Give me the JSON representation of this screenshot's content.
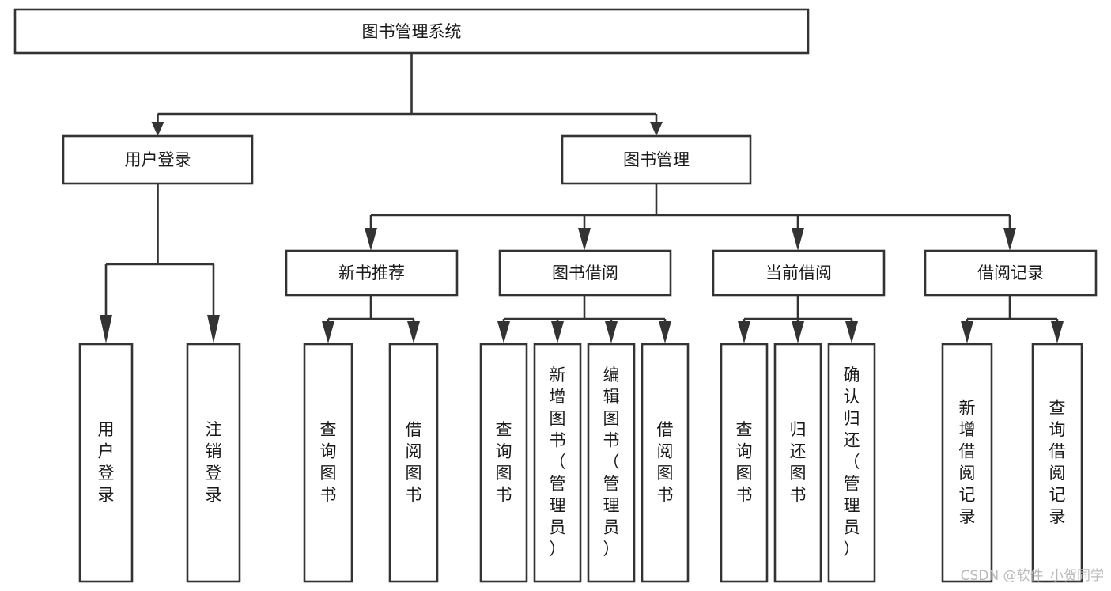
{
  "diagram": {
    "type": "tree",
    "orientation": "top-down",
    "root": {
      "id": "root",
      "label": "图书管理系统",
      "text_orientation": "horizontal"
    },
    "level1": [
      {
        "id": "user-login",
        "label": "用户登录",
        "text_orientation": "horizontal"
      },
      {
        "id": "book-management",
        "label": "图书管理",
        "text_orientation": "horizontal"
      }
    ],
    "level2": [
      {
        "id": "new-book-recommend",
        "label": "新书推荐",
        "parent": "book-management",
        "text_orientation": "horizontal"
      },
      {
        "id": "book-borrow",
        "label": "图书借阅",
        "parent": "book-management",
        "text_orientation": "horizontal"
      },
      {
        "id": "current-borrow",
        "label": "当前借阅",
        "parent": "book-management",
        "text_orientation": "horizontal"
      },
      {
        "id": "borrow-record",
        "label": "借阅记录",
        "parent": "book-management",
        "text_orientation": "horizontal"
      }
    ],
    "leaves": [
      {
        "id": "leaf-user-login",
        "label": "用户登录",
        "parent": "user-login",
        "text_orientation": "vertical"
      },
      {
        "id": "leaf-user-logout",
        "label": "注销登录",
        "parent": "user-login",
        "text_orientation": "vertical"
      },
      {
        "id": "leaf-query-book-rec",
        "label": "查询图书",
        "parent": "new-book-recommend",
        "text_orientation": "vertical"
      },
      {
        "id": "leaf-borrow-book-rec",
        "label": "借阅图书",
        "parent": "new-book-recommend",
        "text_orientation": "vertical"
      },
      {
        "id": "leaf-query-book-borrow",
        "label": "查询图书",
        "parent": "book-borrow",
        "text_orientation": "vertical"
      },
      {
        "id": "leaf-add-book",
        "label": "新增图书（管理员）",
        "parent": "book-borrow",
        "text_orientation": "vertical"
      },
      {
        "id": "leaf-edit-book",
        "label": "编辑图书（管理员）",
        "parent": "book-borrow",
        "text_orientation": "vertical"
      },
      {
        "id": "leaf-borrow-book",
        "label": "借阅图书",
        "parent": "book-borrow",
        "text_orientation": "vertical"
      },
      {
        "id": "leaf-query-book-cur",
        "label": "查询图书",
        "parent": "current-borrow",
        "text_orientation": "vertical"
      },
      {
        "id": "leaf-return-book",
        "label": "归还图书",
        "parent": "current-borrow",
        "text_orientation": "vertical"
      },
      {
        "id": "leaf-confirm-return",
        "label": "确认归还（管理员）",
        "parent": "current-borrow",
        "text_orientation": "vertical"
      },
      {
        "id": "leaf-add-record",
        "label": "新增借阅记录",
        "parent": "borrow-record",
        "text_orientation": "vertical"
      },
      {
        "id": "leaf-query-record",
        "label": "查询借阅记录",
        "parent": "borrow-record",
        "text_orientation": "vertical"
      }
    ],
    "colors": {
      "box_stroke": "#333333",
      "box_fill": "#ffffff",
      "text": "#1a1a1a",
      "connector": "#333333",
      "watermark": "#b9b9b9",
      "background": "#ffffff"
    }
  },
  "watermark": {
    "label": "CSDN @软件_小贺同学"
  }
}
